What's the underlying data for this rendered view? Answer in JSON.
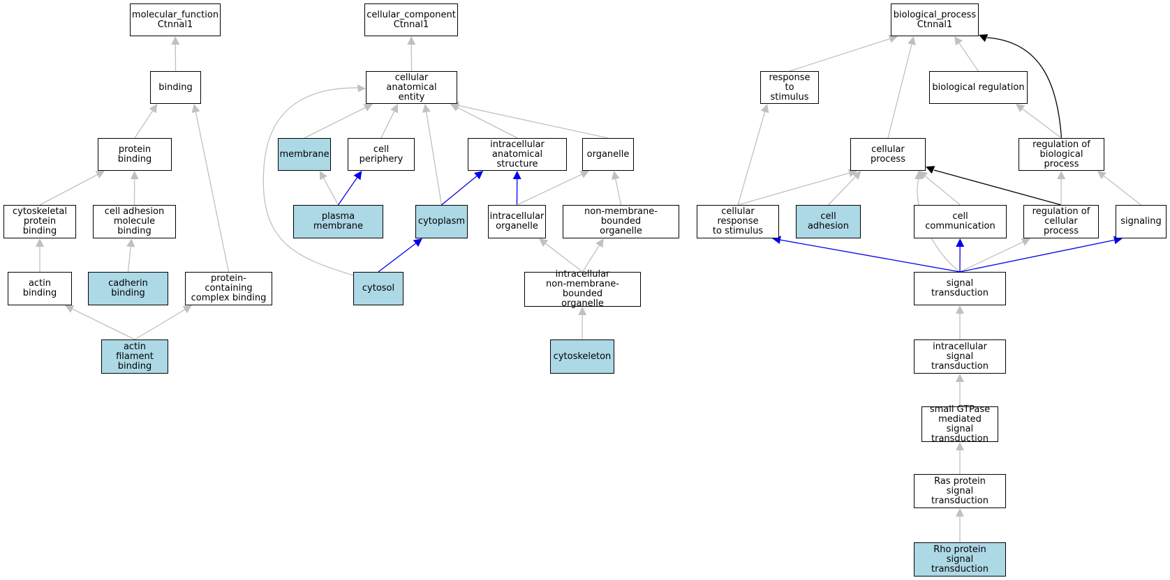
{
  "colors": {
    "background": "#ffffff",
    "node_border": "#000000",
    "node_fill": "#ffffff",
    "node_highlight_fill": "#add8e6",
    "edge_gray": "#c0c0c0",
    "edge_blue": "#0000ee",
    "edge_black": "#000000"
  },
  "nodes": {
    "mf_root": {
      "label": "molecular_function\nCtnnal1",
      "highlighted": false
    },
    "binding": {
      "label": "binding",
      "highlighted": false
    },
    "protein_binding": {
      "label": "protein binding",
      "highlighted": false
    },
    "cytoskeletal_protein_binding": {
      "label": "cytoskeletal\nprotein binding",
      "highlighted": false
    },
    "cell_adhesion_molecule_binding": {
      "label": "cell adhesion\nmolecule binding",
      "highlighted": false
    },
    "actin_binding": {
      "label": "actin binding",
      "highlighted": false
    },
    "cadherin_binding": {
      "label": "cadherin binding",
      "highlighted": true
    },
    "protein_containing_complex_binding": {
      "label": "protein-containing\ncomplex binding",
      "highlighted": false
    },
    "actin_filament_binding": {
      "label": "actin filament\nbinding",
      "highlighted": true
    },
    "cc_root": {
      "label": "cellular_component\nCtnnal1",
      "highlighted": false
    },
    "cellular_anatomical_entity": {
      "label": "cellular anatomical\nentity",
      "highlighted": false
    },
    "membrane": {
      "label": "membrane",
      "highlighted": true
    },
    "cell_periphery": {
      "label": "cell periphery",
      "highlighted": false
    },
    "intracellular_anatomical_structure": {
      "label": "intracellular\nanatomical structure",
      "highlighted": false
    },
    "organelle": {
      "label": "organelle",
      "highlighted": false
    },
    "plasma_membrane": {
      "label": "plasma membrane",
      "highlighted": true
    },
    "cytoplasm": {
      "label": "cytoplasm",
      "highlighted": true
    },
    "intracellular_organelle": {
      "label": "intracellular\norganelle",
      "highlighted": false
    },
    "non_membrane_bounded_organelle": {
      "label": "non-membrane-bounded\norganelle",
      "highlighted": false
    },
    "cytosol": {
      "label": "cytosol",
      "highlighted": true
    },
    "intracellular_non_membrane_bounded_organelle": {
      "label": "intracellular\nnon-membrane-bounded\norganelle",
      "highlighted": false
    },
    "cytoskeleton": {
      "label": "cytoskeleton",
      "highlighted": true
    },
    "bp_root": {
      "label": "biological_process\nCtnnal1",
      "highlighted": false
    },
    "response_to_stimulus": {
      "label": "response to\nstimulus",
      "highlighted": false
    },
    "biological_regulation": {
      "label": "biological regulation",
      "highlighted": false
    },
    "cellular_process": {
      "label": "cellular process",
      "highlighted": false
    },
    "regulation_of_biological_process": {
      "label": "regulation of\nbiological process",
      "highlighted": false
    },
    "cellular_response_to_stimulus": {
      "label": "cellular response\nto stimulus",
      "highlighted": false
    },
    "cell_adhesion": {
      "label": "cell adhesion",
      "highlighted": true
    },
    "cell_communication": {
      "label": "cell communication",
      "highlighted": false
    },
    "regulation_of_cellular_process": {
      "label": "regulation of\ncellular process",
      "highlighted": false
    },
    "signaling": {
      "label": "signaling",
      "highlighted": false
    },
    "signal_transduction": {
      "label": "signal transduction",
      "highlighted": false
    },
    "intracellular_signal_transduction": {
      "label": "intracellular\nsignal transduction",
      "highlighted": false
    },
    "small_gtpase_mediated_signal_transduction": {
      "label": "small GTPase\nmediated signal\ntransduction",
      "highlighted": false
    },
    "ras_protein_signal_transduction": {
      "label": "Ras protein\nsignal transduction",
      "highlighted": false
    },
    "rho_protein_signal_transduction": {
      "label": "Rho protein\nsignal transduction",
      "highlighted": true
    }
  },
  "edges": [
    {
      "from": "binding",
      "to": "mf_root",
      "color": "gray"
    },
    {
      "from": "protein_binding",
      "to": "binding",
      "color": "gray"
    },
    {
      "from": "protein_containing_complex_binding",
      "to": "binding",
      "color": "gray"
    },
    {
      "from": "cytoskeletal_protein_binding",
      "to": "protein_binding",
      "color": "gray"
    },
    {
      "from": "cell_adhesion_molecule_binding",
      "to": "protein_binding",
      "color": "gray"
    },
    {
      "from": "actin_binding",
      "to": "cytoskeletal_protein_binding",
      "color": "gray"
    },
    {
      "from": "cadherin_binding",
      "to": "cell_adhesion_molecule_binding",
      "color": "gray"
    },
    {
      "from": "actin_filament_binding",
      "to": "actin_binding",
      "color": "gray"
    },
    {
      "from": "actin_filament_binding",
      "to": "protein_containing_complex_binding",
      "color": "gray"
    },
    {
      "from": "cellular_anatomical_entity",
      "to": "cc_root",
      "color": "gray"
    },
    {
      "from": "membrane",
      "to": "cellular_anatomical_entity",
      "color": "gray"
    },
    {
      "from": "cell_periphery",
      "to": "cellular_anatomical_entity",
      "color": "gray"
    },
    {
      "from": "intracellular_anatomical_structure",
      "to": "cellular_anatomical_entity",
      "color": "gray"
    },
    {
      "from": "organelle",
      "to": "cellular_anatomical_entity",
      "color": "gray"
    },
    {
      "from": "cytoplasm",
      "to": "cellular_anatomical_entity",
      "color": "gray"
    },
    {
      "from": "cytosol",
      "to": "cellular_anatomical_entity",
      "color": "gray"
    },
    {
      "from": "plasma_membrane",
      "to": "membrane",
      "color": "gray"
    },
    {
      "from": "plasma_membrane",
      "to": "cell_periphery",
      "color": "blue"
    },
    {
      "from": "cytoplasm",
      "to": "intracellular_anatomical_structure",
      "color": "blue"
    },
    {
      "from": "intracellular_organelle",
      "to": "intracellular_anatomical_structure",
      "color": "blue"
    },
    {
      "from": "intracellular_organelle",
      "to": "organelle",
      "color": "gray"
    },
    {
      "from": "non_membrane_bounded_organelle",
      "to": "organelle",
      "color": "gray"
    },
    {
      "from": "cytosol",
      "to": "cytoplasm",
      "color": "blue"
    },
    {
      "from": "intracellular_non_membrane_bounded_organelle",
      "to": "intracellular_organelle",
      "color": "gray"
    },
    {
      "from": "intracellular_non_membrane_bounded_organelle",
      "to": "non_membrane_bounded_organelle",
      "color": "gray"
    },
    {
      "from": "cytoskeleton",
      "to": "intracellular_non_membrane_bounded_organelle",
      "color": "gray"
    },
    {
      "from": "response_to_stimulus",
      "to": "bp_root",
      "color": "gray"
    },
    {
      "from": "biological_regulation",
      "to": "bp_root",
      "color": "gray"
    },
    {
      "from": "cellular_process",
      "to": "bp_root",
      "color": "gray"
    },
    {
      "from": "regulation_of_biological_process",
      "to": "bp_root",
      "color": "black"
    },
    {
      "from": "regulation_of_biological_process",
      "to": "biological_regulation",
      "color": "gray"
    },
    {
      "from": "cellular_response_to_stimulus",
      "to": "response_to_stimulus",
      "color": "gray"
    },
    {
      "from": "cellular_response_to_stimulus",
      "to": "cellular_process",
      "color": "gray"
    },
    {
      "from": "cell_adhesion",
      "to": "cellular_process",
      "color": "gray"
    },
    {
      "from": "cell_communication",
      "to": "cellular_process",
      "color": "gray"
    },
    {
      "from": "regulation_of_cellular_process",
      "to": "cellular_process",
      "color": "black"
    },
    {
      "from": "regulation_of_cellular_process",
      "to": "regulation_of_biological_process",
      "color": "gray"
    },
    {
      "from": "signaling",
      "to": "regulation_of_biological_process",
      "color": "gray"
    },
    {
      "from": "signal_transduction",
      "to": "cellular_process",
      "color": "gray"
    },
    {
      "from": "signal_transduction",
      "to": "cellular_response_to_stimulus",
      "color": "blue"
    },
    {
      "from": "signal_transduction",
      "to": "cell_communication",
      "color": "blue"
    },
    {
      "from": "signal_transduction",
      "to": "regulation_of_cellular_process",
      "color": "gray"
    },
    {
      "from": "signal_transduction",
      "to": "signaling",
      "color": "blue"
    },
    {
      "from": "intracellular_signal_transduction",
      "to": "signal_transduction",
      "color": "gray"
    },
    {
      "from": "small_gtpase_mediated_signal_transduction",
      "to": "intracellular_signal_transduction",
      "color": "gray"
    },
    {
      "from": "ras_protein_signal_transduction",
      "to": "small_gtpase_mediated_signal_transduction",
      "color": "gray"
    },
    {
      "from": "rho_protein_signal_transduction",
      "to": "ras_protein_signal_transduction",
      "color": "gray"
    }
  ]
}
